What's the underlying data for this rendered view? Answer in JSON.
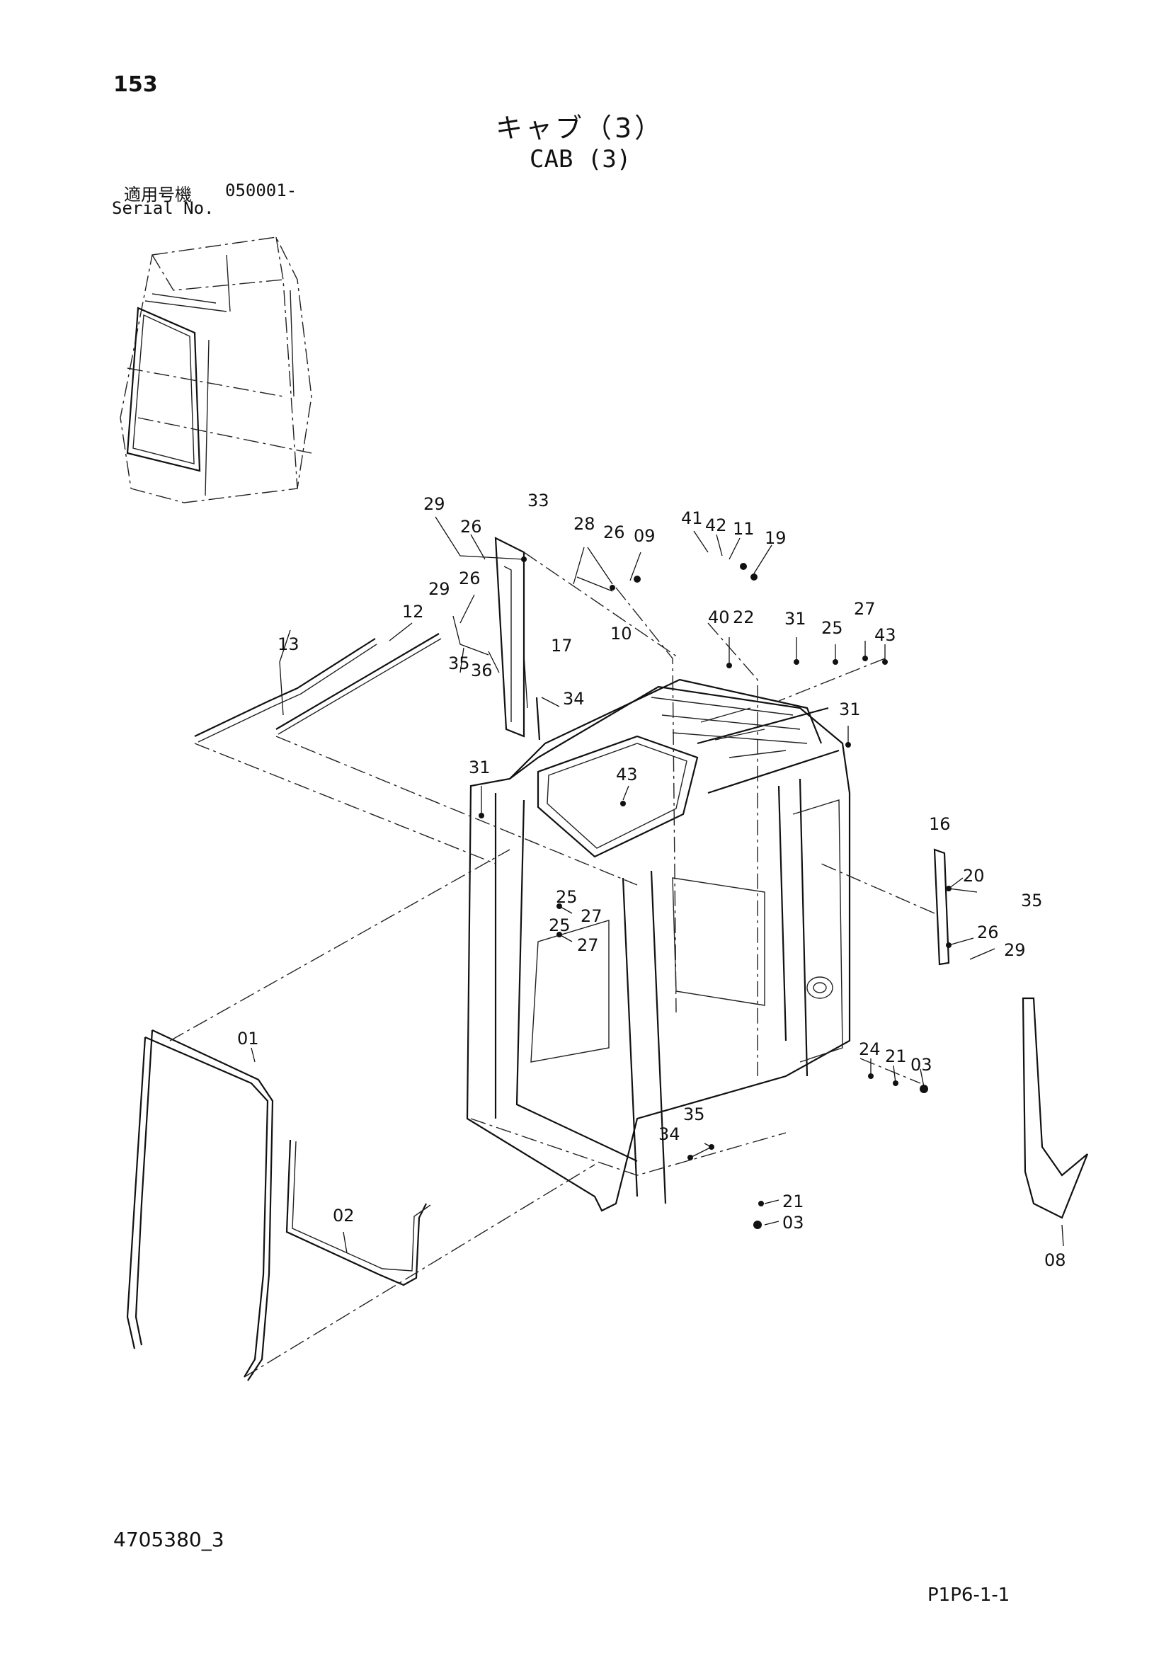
{
  "header": {
    "page_number": "153",
    "title_jp": "キャブ（3）",
    "title_en": "CAB (3)",
    "serial_label_jp": "適用号機",
    "serial_value": "050001-",
    "serial_label_en": "Serial No."
  },
  "footer": {
    "drawing_number": "4705380_3",
    "page_code": "P1P6-1-1"
  },
  "callouts": [
    "29",
    "33",
    "26",
    "28",
    "26",
    "09",
    "41",
    "42",
    "11",
    "19",
    "29",
    "26",
    "12",
    "13",
    "17",
    "35",
    "36",
    "34",
    "10",
    "40",
    "22",
    "31",
    "25",
    "27",
    "43",
    "31",
    "31",
    "43",
    "25",
    "27",
    "25",
    "27",
    "16",
    "20",
    "35",
    "26",
    "29",
    "01",
    "02",
    "24",
    "21",
    "03",
    "34",
    "35",
    "21",
    "03",
    "08"
  ]
}
